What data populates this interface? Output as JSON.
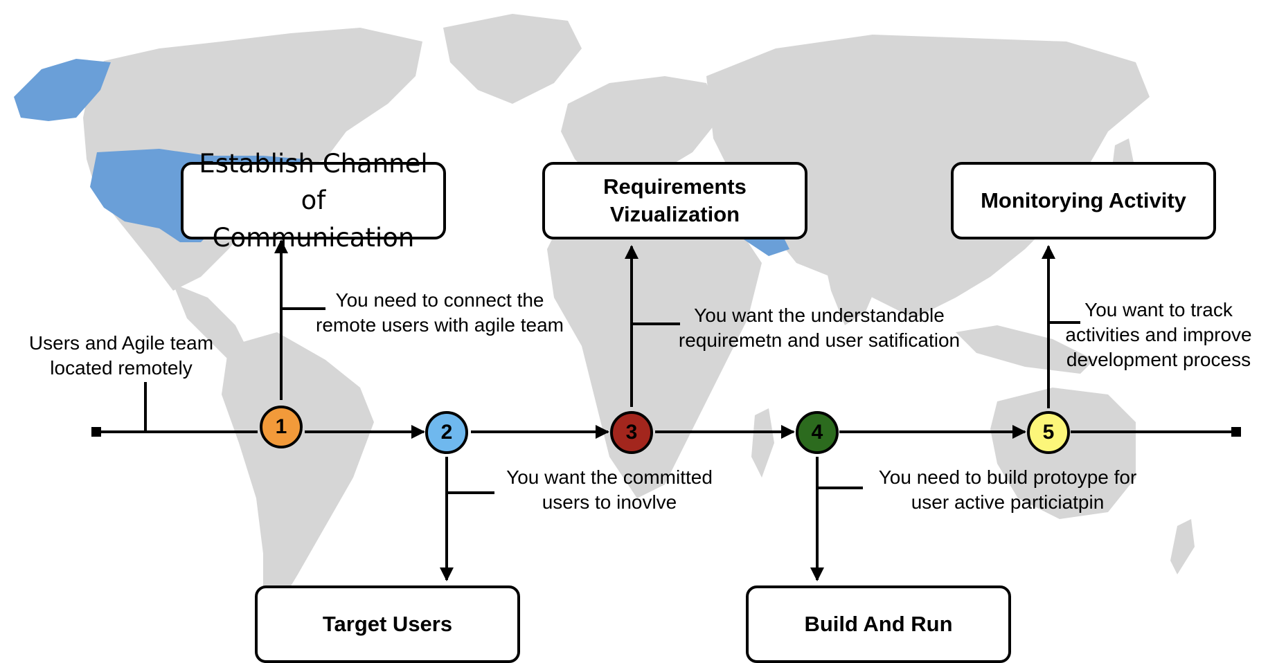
{
  "start_note": "Users and Agile team\nlocated remotely",
  "steps": [
    {
      "number": "1",
      "color": "#f29a3a",
      "box": "Establish Channel of\nCommunication",
      "note": "You need to connect the\nremote users with agile team"
    },
    {
      "number": "2",
      "color": "#6fb8ee",
      "box": "Target Users",
      "note": "You want the committed\nusers to inovlve"
    },
    {
      "number": "3",
      "color": "#a3261d",
      "box": "Requirements\nVizualization",
      "note": "You want the understandable\nrequiremetn and user satification"
    },
    {
      "number": "4",
      "color": "#2c6b1e",
      "box": "Build And Run",
      "note": "You need to build protoype for\nuser active particiatpin"
    },
    {
      "number": "5",
      "color": "#fcf67a",
      "box": "Monitorying Activity",
      "note": "You want to track\nactivities and improve\ndevelopment process"
    }
  ],
  "colors": {
    "map_land": "#d4d4d4",
    "map_highlight": "#6a9fd8",
    "line": "#000000"
  }
}
